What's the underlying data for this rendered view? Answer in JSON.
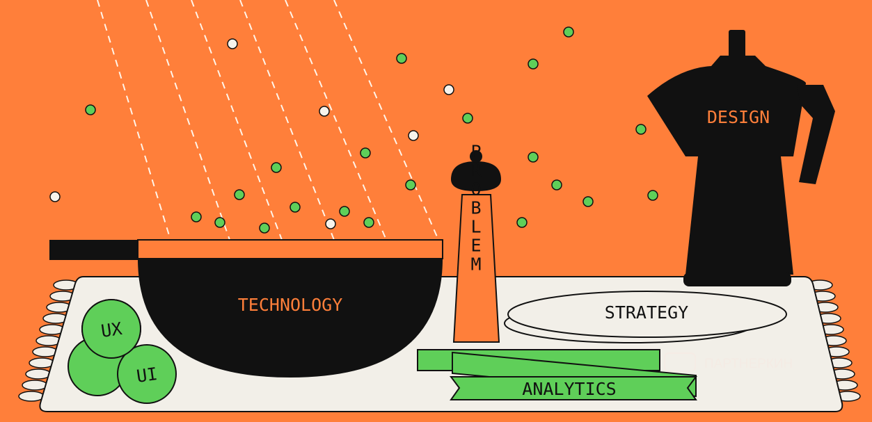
{
  "labels": {
    "technology": "TECHNOLOGY",
    "problem": "PROBLEM",
    "design": "DESIGN",
    "strategy": "STRATEGY",
    "analytics": "ANALYTICS",
    "ux": "UX",
    "ui": "UI"
  },
  "watermark": {
    "text": "ПАРТНЕРКИН"
  },
  "colors": {
    "background": "#ff7f3a",
    "ink": "#111111",
    "green": "#5fcf59",
    "cloth": "#f2efe8"
  }
}
